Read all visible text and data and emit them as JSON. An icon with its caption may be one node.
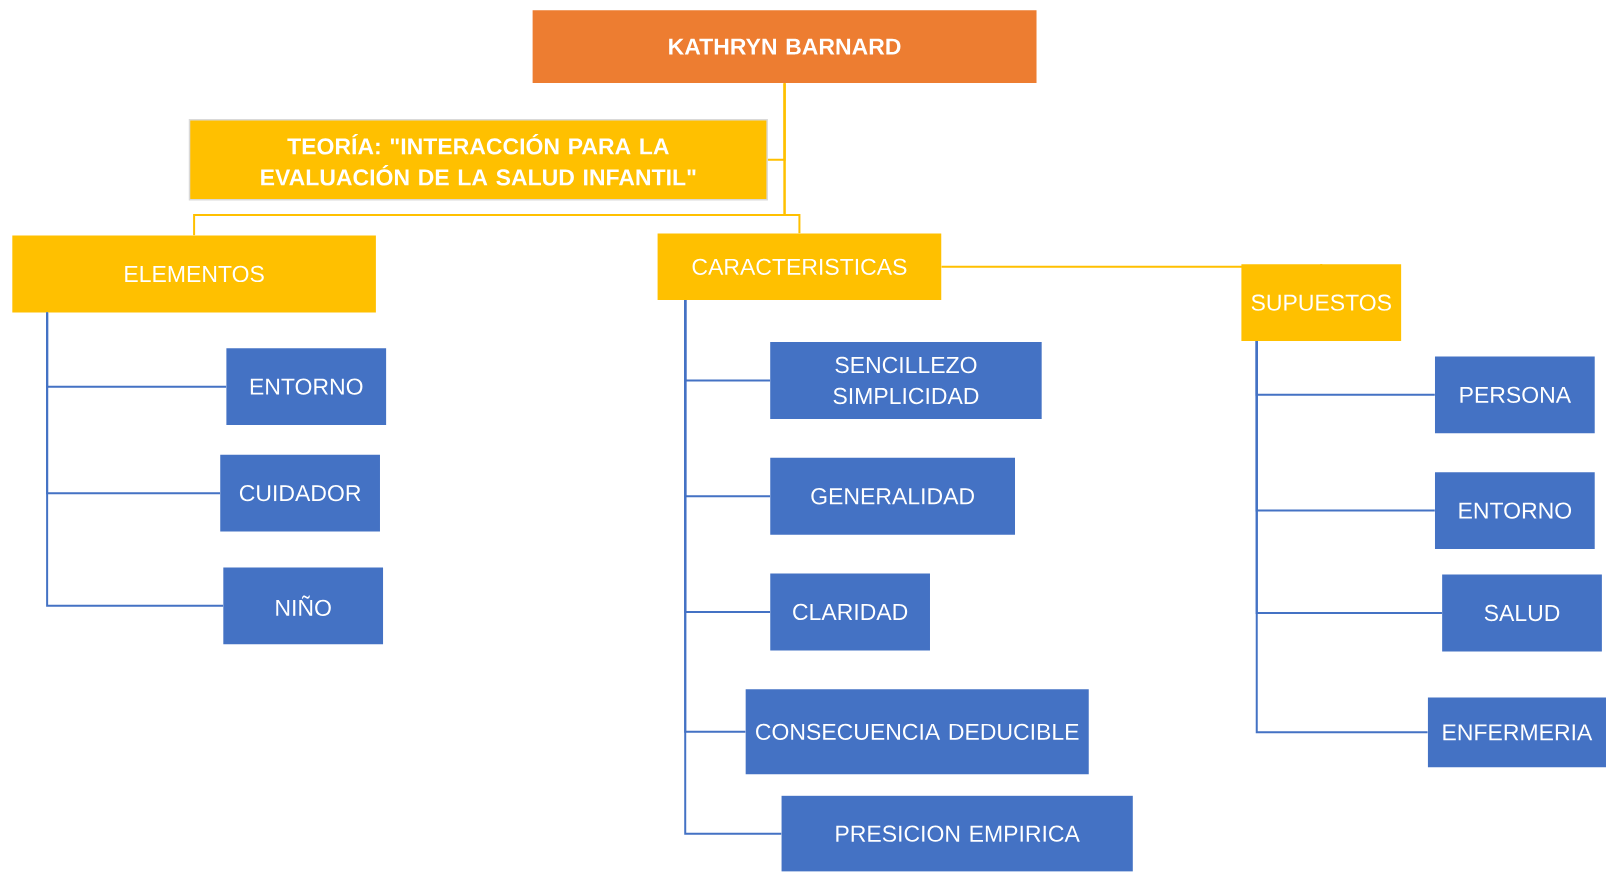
{
  "diagram": {
    "nodes": [
      {
        "text": [
          "KATHRYN  BARNARD"
        ]
      },
      {
        "text": [
          "TEORÍA: \"INTERACCIÓN PARA LA EVALUACIÓN DE LA SALUD INFANTIL\""
        ]
      },
      {
        "text": [
          "ELEMENTOS"
        ]
      },
      {
        "text": [
          "CARACTERISTICAS"
        ]
      },
      {
        "text": [
          "SUPUESTOS"
        ]
      },
      {
        "text": [
          "ENTORNO"
        ]
      },
      {
        "text": [
          "CUIDADOR"
        ]
      },
      {
        "text": [
          "NIÑO"
        ]
      },
      {
        "text": [
          "SENCILLEZO SIMPLICIDAD"
        ]
      },
      {
        "text": [
          "GENERALIDAD"
        ]
      },
      {
        "text": [
          "CLARIDAD"
        ]
      },
      {
        "text": [
          "CONSECUENCIA DEDUCIBLE"
        ]
      },
      {
        "text": [
          "PRESICION EMPIRICA"
        ]
      },
      {
        "text": [
          "PERSONA"
        ]
      },
      {
        "text": [
          "ENTORNO"
        ]
      },
      {
        "text": [
          "SALUD"
        ]
      },
      {
        "text": [
          "ENFERMERIA"
        ]
      }
    ],
    "edges": [
      {
        "from": 0,
        "to": 1,
        "arrow": "none",
        "color": "#ffc000"
      },
      {
        "from": 0,
        "to": 2,
        "arrow": "none",
        "color": "#ffc000"
      },
      {
        "from": 0,
        "to": 3,
        "arrow": "none",
        "color": "#ffc000"
      },
      {
        "from": 3,
        "to": 4,
        "arrow": "none",
        "color": "#ffc000"
      },
      {
        "from": 2,
        "to": 5,
        "arrow": "none"
      },
      {
        "from": 2,
        "to": 6,
        "arrow": "none"
      },
      {
        "from": 2,
        "to": 7,
        "arrow": "none"
      },
      {
        "from": 3,
        "to": 8,
        "arrow": "none"
      },
      {
        "from": 3,
        "to": 9,
        "arrow": "none"
      },
      {
        "from": 3,
        "to": 10,
        "arrow": "none"
      },
      {
        "from": 3,
        "to": 11,
        "arrow": "none"
      },
      {
        "from": 3,
        "to": 12,
        "arrow": "none"
      },
      {
        "from": 4,
        "to": 13,
        "arrow": "none"
      },
      {
        "from": 4,
        "to": 14,
        "arrow": "none"
      },
      {
        "from": 4,
        "to": 15,
        "arrow": "none"
      },
      {
        "from": 4,
        "to": 16,
        "arrow": "none"
      }
    ]
  }
}
